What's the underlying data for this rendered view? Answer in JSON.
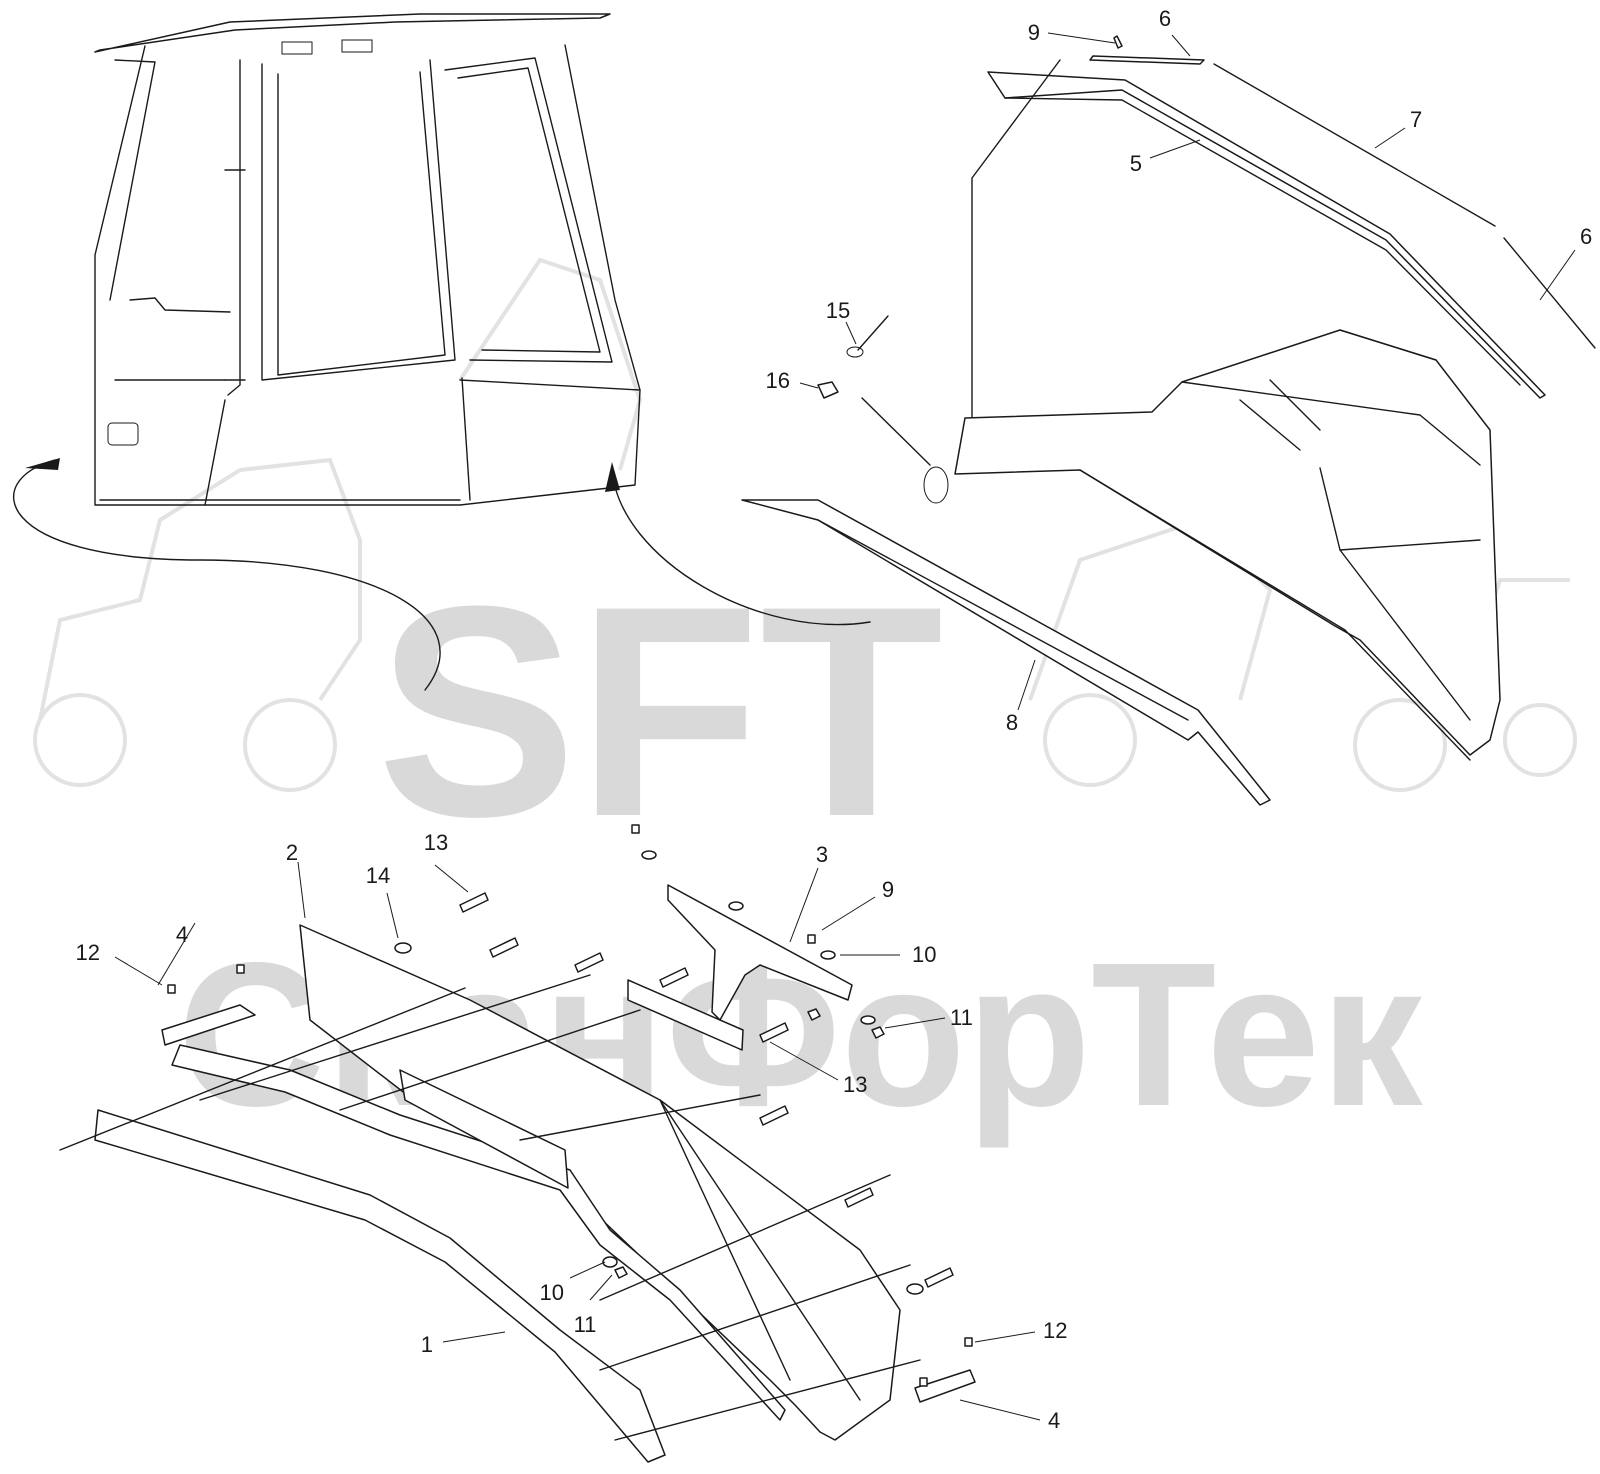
{
  "watermark": {
    "brand": "SFT",
    "company": "СканФорТек",
    "color": "#d9d9d9"
  },
  "callouts": {
    "c1": "1",
    "c2": "2",
    "c3": "3",
    "c4a": "4",
    "c4b": "4",
    "c5": "5",
    "c6a": "6",
    "c6b": "6",
    "c7": "7",
    "c8": "8",
    "c9a": "9",
    "c9b": "9",
    "c10a": "10",
    "c10b": "10",
    "c11a": "11",
    "c11b": "11",
    "c12a": "12",
    "c12b": "12",
    "c13a": "13",
    "c13b": "13",
    "c14": "14",
    "c15": "15",
    "c16": "16"
  },
  "icons": {
    "assembly_arrow": "arrow-icon",
    "bolt": "bolt-icon",
    "washer": "washer-icon",
    "nut": "nut-icon"
  }
}
